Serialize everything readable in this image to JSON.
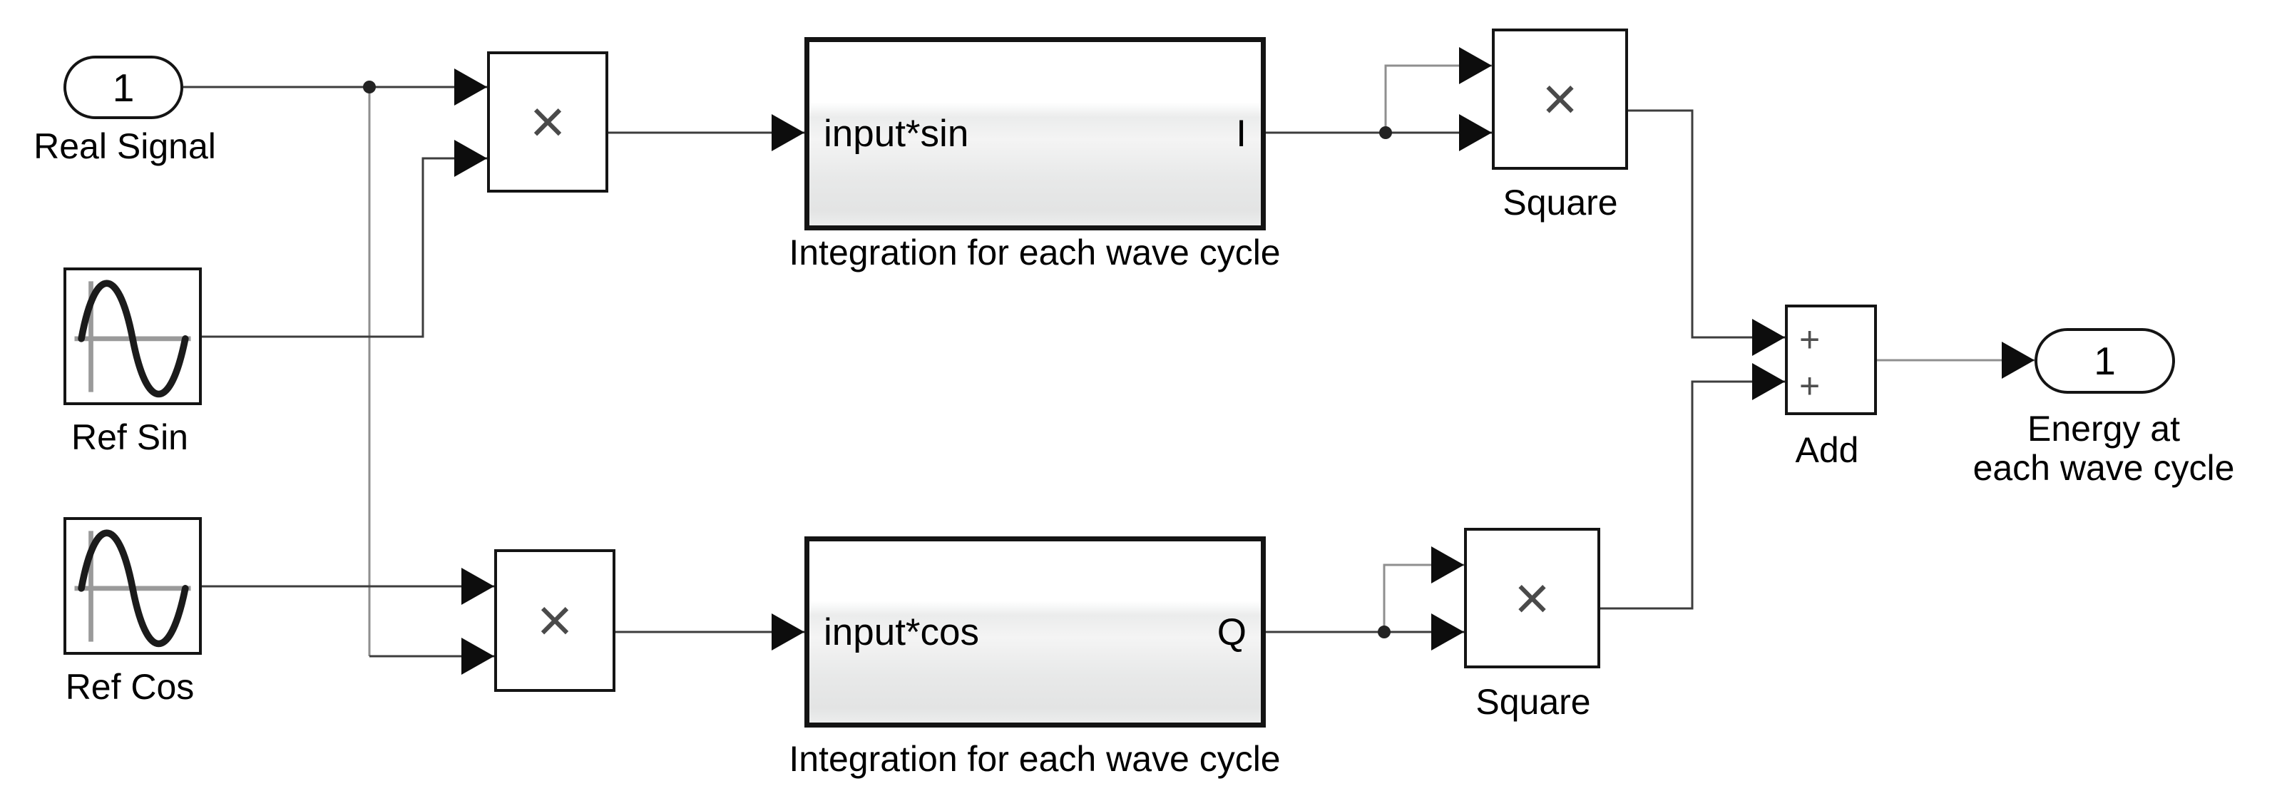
{
  "diagram": {
    "kind": "simulink-block-diagram",
    "blocks": {
      "inport": {
        "number": "1",
        "label": "Real Signal"
      },
      "ref_sin": {
        "label": "Ref Sin"
      },
      "ref_cos": {
        "label": "Ref Cos"
      },
      "multiply_sin": {
        "operator": "×"
      },
      "multiply_cos": {
        "operator": "×"
      },
      "integration_sin": {
        "title": "input*sin",
        "port": "I",
        "caption": "Integration for each wave cycle"
      },
      "integration_cos": {
        "title": "input*cos",
        "port": "Q",
        "caption": "Integration for each wave cycle"
      },
      "square_i": {
        "operator": "×",
        "label": "Square"
      },
      "square_q": {
        "operator": "×",
        "label": "Square"
      },
      "add": {
        "sign_top": "+",
        "sign_bottom": "+",
        "label": "Add"
      },
      "outport": {
        "number": "1",
        "label_line1": "Energy at",
        "label_line2": "each wave cycle"
      }
    },
    "colors": {
      "background": "#ffffff",
      "wire": "#3d3d3d",
      "wire_light": "#8f8f8f",
      "block_border": "#141414",
      "operator": "#4a4a4a",
      "subsystem_shade": "#e7e8e8"
    }
  }
}
